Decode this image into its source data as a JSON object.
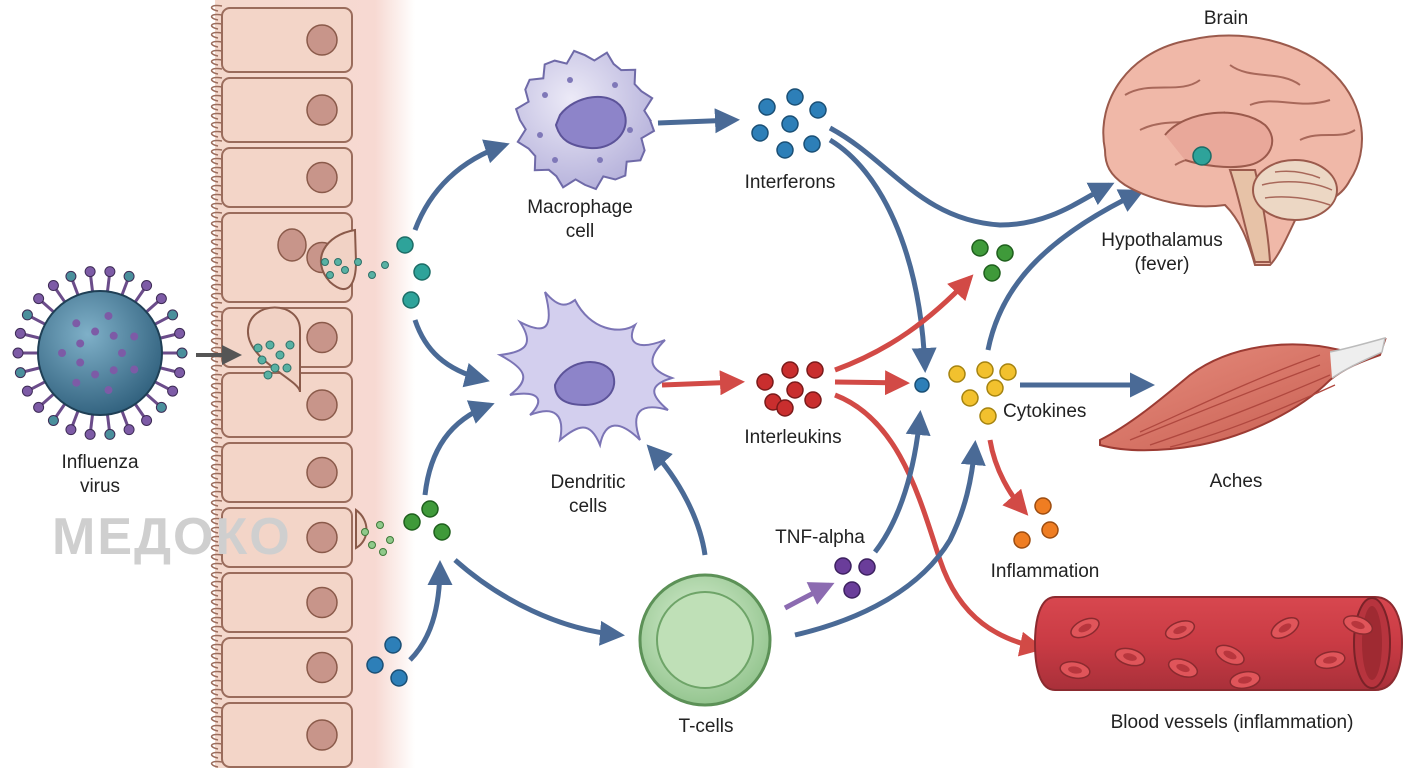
{
  "labels": {
    "virus": [
      "Influenza",
      "virus"
    ],
    "macrophage": [
      "Macrophage",
      "cell"
    ],
    "dendritic": [
      "Dendritic",
      "cells"
    ],
    "tcells": "T-cells",
    "interferons": "Interferons",
    "interleukins": "Interleukins",
    "tnf": "TNF-alpha",
    "cytokines": "Cytokines",
    "inflammation": "Inflammation",
    "brain": "Brain",
    "hypothalamus": [
      "Hypothalamus",
      "(fever)"
    ],
    "aches": "Aches",
    "vessels": "Blood vessels (inflammation)"
  },
  "watermark": "МЕДОКО",
  "colors": {
    "arrow_blue": "#5b7aa6",
    "arrow_red": "#d9534f",
    "arrow_purple": "#8c6bb1",
    "interferon": "#2d7fb8",
    "interleukin": "#c92e2e",
    "tnf": "#6a3d9a",
    "cytokine": "#f2c12e",
    "inflammation": "#ef7d22",
    "green": "#3f9a3a",
    "teal": "#2ea39a"
  }
}
